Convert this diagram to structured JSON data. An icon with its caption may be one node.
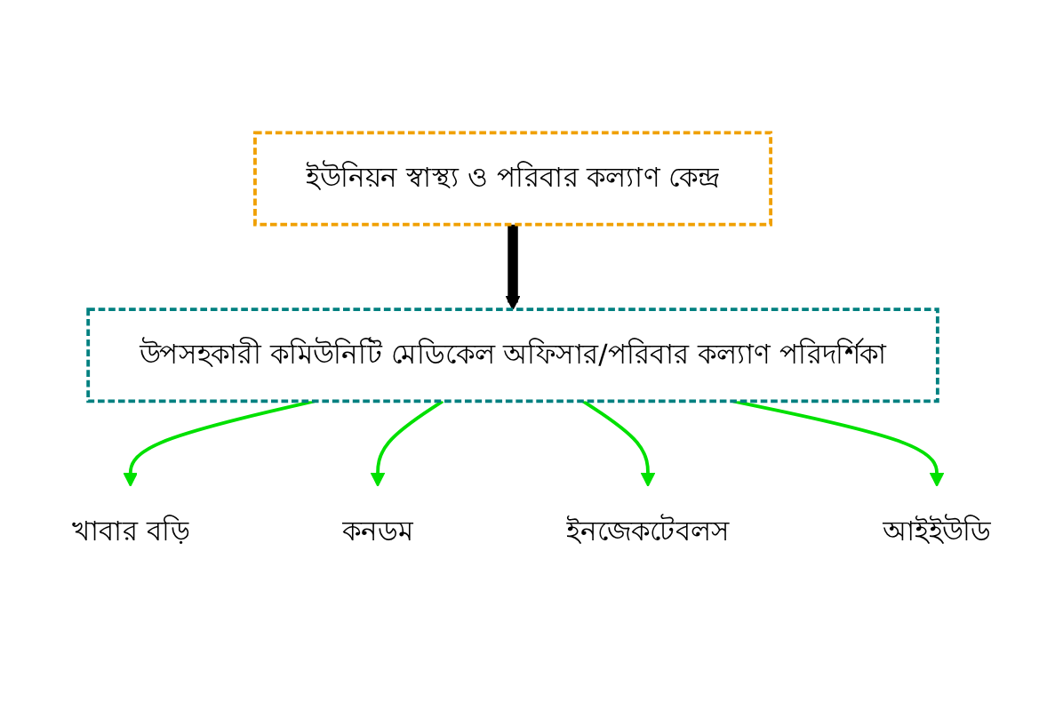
{
  "diagram": {
    "nodes": [
      {
        "text": [
          "ইউনিয়ন স্বাস্থ্য ও পরিবার কল্যাণ কেন্দ্র"
        ]
      },
      {
        "text": [
          "উপসহকারী কমিউনিটি মেডিকেল অফিসার/পরিবার কল্যাণ পরিদর্শিকা"
        ]
      },
      {
        "text": [
          "খাবার বড়ি"
        ]
      },
      {
        "text": [
          "কনডম"
        ]
      },
      {
        "text": [
          "ইনজেকটেবলস"
        ]
      },
      {
        "text": [
          "আইইউডি"
        ]
      }
    ],
    "edges": [
      {
        "from": 0,
        "to": 1,
        "arrow": "to",
        "style": "thick",
        "color": "#000000"
      },
      {
        "from": 1,
        "to": 2,
        "arrow": "to"
      },
      {
        "from": 1,
        "to": 3,
        "arrow": "to"
      },
      {
        "from": 1,
        "to": 4,
        "arrow": "to"
      },
      {
        "from": 1,
        "to": 5,
        "arrow": "to"
      }
    ]
  }
}
